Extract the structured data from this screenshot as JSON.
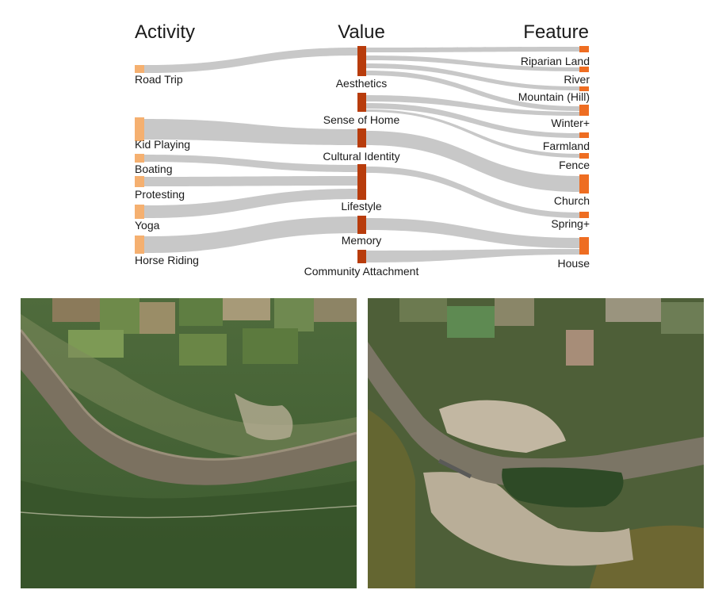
{
  "diagram": {
    "columns": [
      {
        "id": "activity",
        "title": "Activity"
      },
      {
        "id": "value",
        "title": "Value"
      },
      {
        "id": "feature",
        "title": "Feature"
      }
    ],
    "activities": [
      "Road Trip",
      "Kid Playing",
      "Boating",
      "Protesting",
      "Yoga",
      "Horse Riding"
    ],
    "values": [
      "Aesthetics",
      "Sense of Home",
      "Cultural Identity",
      "Lifestyle",
      "Memory",
      "Community Attachment"
    ],
    "features": [
      "Riparian Land",
      "River",
      "Mountain (Hill)",
      "Winter+",
      "Farmland",
      "Fence",
      "Church",
      "Spring+",
      "House"
    ],
    "colors": {
      "activity_node": "#f5b070",
      "value_node": "#b83c0c",
      "feature_node": "#ee6d22",
      "link": "#c8c8c8"
    }
  },
  "images": {
    "before": {
      "description_icon": "satellite-map"
    },
    "after": {
      "description_icon": "satellite-map"
    }
  }
}
